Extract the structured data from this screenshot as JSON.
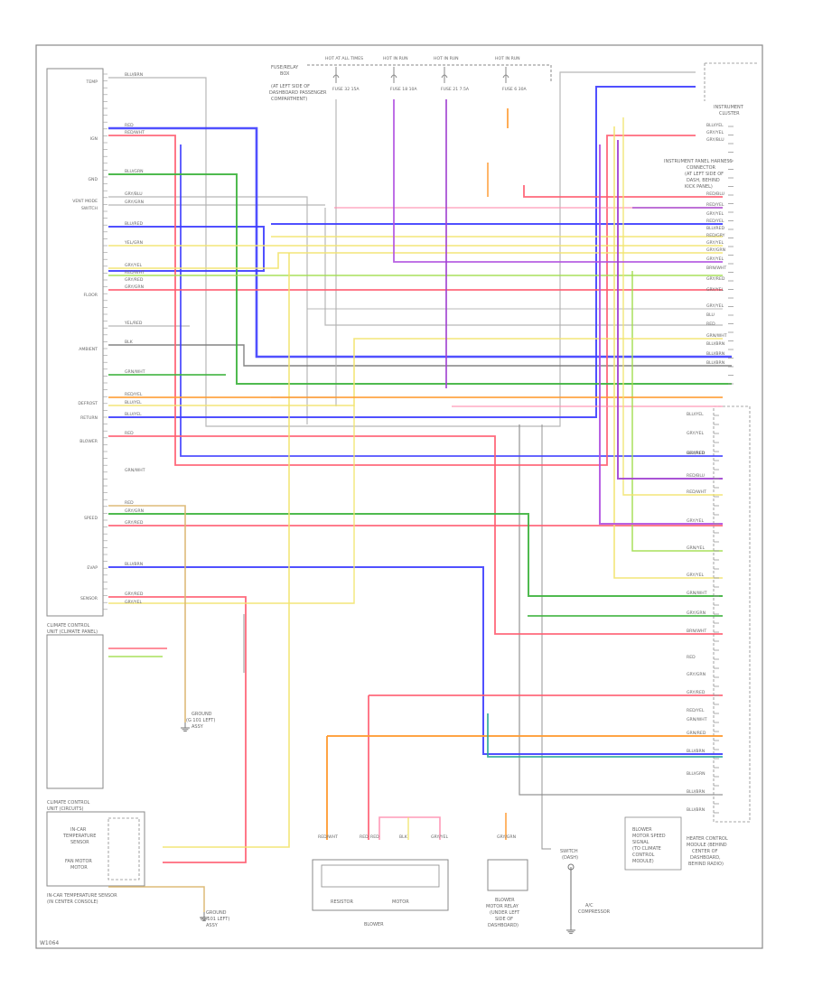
{
  "figure_id": "W1064",
  "colors": {
    "frame": "#7a7a7a",
    "text": "#555555",
    "wire_gray": "#b0b0b0",
    "blue": "#3d3dff",
    "red": "#ff5a6e",
    "pink": "#ff8fb0",
    "green": "#3cb33c",
    "lightgreen": "#9ede4a",
    "yellow": "#f2e36a",
    "orange": "#ff9a30",
    "purple": "#a040d0",
    "violet": "#b050e0",
    "teal": "#2aa89a",
    "tan": "#d9b46a",
    "black": "#555555"
  },
  "components": {
    "left_module": {
      "lines": [
        "CLIMATE CONTROL",
        "UNIT (CLIMATE PANEL)"
      ]
    },
    "temp_sensor": {
      "lines": [
        "CLIMATE CONTROL",
        "UNIT (CIRCUITS)"
      ],
      "lines2": [
        "IN-CAR",
        "TEMPERATURE",
        "SENSOR",
        "FAN MOTOR",
        "MOTOR"
      ],
      "footer": [
        "IN-CAR TEMPERATURE SENSOR",
        "(IN CENTER CONSOLE)"
      ]
    },
    "ground_1": {
      "lines": [
        "GROUND",
        "(G 101 LEFT)",
        "ASSY"
      ]
    },
    "ground_2": {
      "lines": [
        "GROUND",
        "(G 101 LEFT)",
        "ASSY"
      ]
    },
    "top_fuse_label": {
      "lines": [
        "FUSE/RELAY",
        "BOX",
        "(AT LEFT SIDE OF",
        "DASHBOARD PASSENGER",
        "COMPARTMENT)"
      ]
    },
    "fuse_block": {
      "items": [
        {
          "title": "HOT AT ALL TIMES",
          "fuse": "FUSE 32 15A"
        },
        {
          "title": "HOT IN RUN",
          "fuse": "FUSE 18 10A"
        },
        {
          "title": "HOT IN RUN",
          "fuse": "FUSE 21 7.5A"
        },
        {
          "title": "HOT IN RUN",
          "fuse": "FUSE 6 30A"
        }
      ]
    },
    "right_top_label": {
      "lines": [
        "INSTRUMENT",
        "CLUSTER"
      ]
    },
    "right_mid_label": {
      "lines": [
        "INSTRUMENT PANEL HARNESS",
        "CONNECTOR",
        "(AT LEFT SIDE OF",
        "DASH, BEHIND",
        "KICK PANEL)"
      ]
    },
    "right_bottom_label": {
      "lines": [
        "HEATER CONTROL",
        "MODULE (BEHIND",
        "CENTER OF",
        "DASHBOARD,",
        "BEHIND RADIO)"
      ]
    },
    "blower": {
      "title": "BLOWER",
      "parts": [
        "RESISTOR",
        "MOTOR"
      ]
    },
    "blower_relay": {
      "lines": [
        "BLOWER",
        "MOTOR RELAY",
        "(UNDER LEFT",
        "SIDE OF",
        "DASHBOARD)"
      ]
    },
    "ac_switch": {
      "lines": [
        "A/C",
        "COMPRESSOR"
      ],
      "sub": [
        "SWITCH",
        "(DASH)"
      ]
    },
    "right_lower_left": {
      "lines": [
        "BLOWER",
        "MOTOR SPEED",
        "SIGNAL",
        "(TO CLIMATE",
        "CONTROL",
        "MODULE)"
      ]
    }
  },
  "wires": {
    "left_labels": [
      "BLU/BRN",
      "RED",
      "RED/WHT",
      "BLU/GRN",
      "GRY/BLU",
      "GRY/GRN",
      "BLU/RED",
      "YEL/GRN",
      "GRY/YEL",
      "RED/WHT",
      "GRY/RED",
      "GRY/GRN",
      "YEL/RED",
      "BLK",
      "GRN/WHT",
      "RED/YEL",
      "BLU/YEL",
      "BLU/YEL",
      "RED",
      "GRN/WHT",
      "RED",
      "GRY/GRN",
      "GRY/RED",
      "BLU/BRN",
      "GRY/RED",
      "GRY/YEL"
    ],
    "left_pin_labels": [
      "TEMP",
      "IGN",
      "GND",
      "VENT MODE",
      "SWITCH",
      "FLOOR",
      "AMBIENT",
      "DEFROST",
      "RETURN",
      "BLOWER",
      "SPEED",
      "EVAP",
      "SENSOR"
    ],
    "right_labels": [
      "BLU/YEL",
      "GRY/YEL",
      "GRY/BLU",
      "RED/BLU",
      "RED/YEL",
      "GRY/YEL",
      "RED/YEL",
      "BLU/RED",
      "RED/GRY",
      "GRY/YEL",
      "GRY/GRN",
      "GRY/YEL",
      "BRN/WHT",
      "GRY/RED",
      "GRY/YEL",
      "GRY/YEL",
      "BLU",
      "RED",
      "GRN/WHT",
      "BLU/BRN",
      "BLU/BRN",
      "BLU/BRN"
    ],
    "right_conn_labels": [
      "BLU/YEL",
      "GRY/YEL",
      "GRY/RED",
      "BLU/RED",
      "RED/BLU",
      "RED/WHT",
      "GRY/YEL",
      "GRN/YEL",
      "GRY/YEL",
      "GRN/WHT",
      "GRY/GRN",
      "BRN/WHT",
      "RED",
      "GRY/GRN",
      "GRY/RED",
      "RED/YEL",
      "GRN/WHT",
      "GRN/RED",
      "BLU/BRN",
      "BLU/GRN",
      "BLU/BRN",
      "BLU/BRN"
    ],
    "bottom_labels": [
      "RED/WHT",
      "RED",
      "RED",
      "BLK",
      "GRY/YEL",
      "GRY/GRN"
    ]
  }
}
